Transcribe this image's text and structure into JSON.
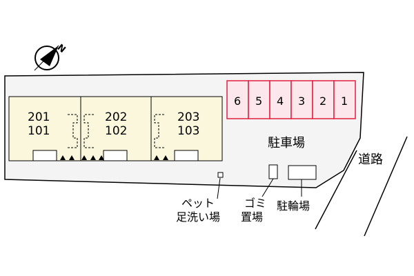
{
  "compass": {
    "north_letter": "N",
    "icon": "north-arrow-icon"
  },
  "buildings": [
    {
      "upper": "201",
      "lower": "101"
    },
    {
      "upper": "202",
      "lower": "102"
    },
    {
      "upper": "203",
      "lower": "103"
    }
  ],
  "parking": {
    "label": "駐車場",
    "spaces": [
      "6",
      "5",
      "4",
      "3",
      "2",
      "1"
    ]
  },
  "road": {
    "label": "道路"
  },
  "pet_wash": {
    "line1": "ペット",
    "line2": "足洗い場"
  },
  "garbage": {
    "line1": "ゴミ",
    "line2": "置場"
  },
  "bicycle_parking": {
    "label": "駐輪場"
  },
  "colors": {
    "site_fill": "#f4f4f4",
    "building_fill": "#fbf7dc",
    "parking_stroke": "#e01e3c",
    "parking_fill": "#fce8ec"
  }
}
